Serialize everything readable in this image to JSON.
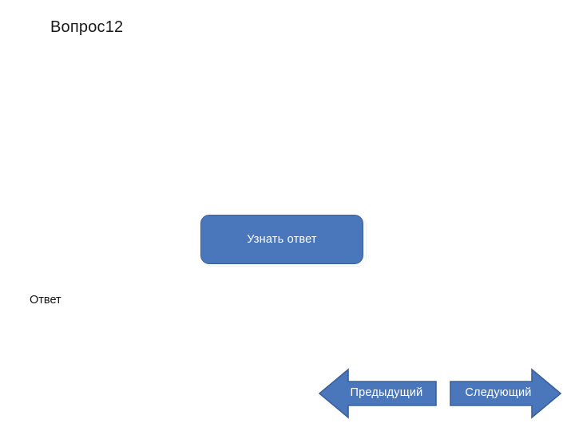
{
  "slide": {
    "title": "Вопрос12",
    "background_color": "#ffffff",
    "accent_color": "#4a77bc",
    "accent_edge_color": "#3a6098",
    "text_color": "#1a1a1a",
    "button_text_color": "#ffffff"
  },
  "answer": {
    "label": "Ответ",
    "reveal_button_label": "Узнать ответ"
  },
  "navigation": {
    "previous_label": "Предыдущий",
    "next_label": "Следующий",
    "previous_icon": "arrow-left-icon",
    "next_icon": "arrow-right-icon"
  }
}
